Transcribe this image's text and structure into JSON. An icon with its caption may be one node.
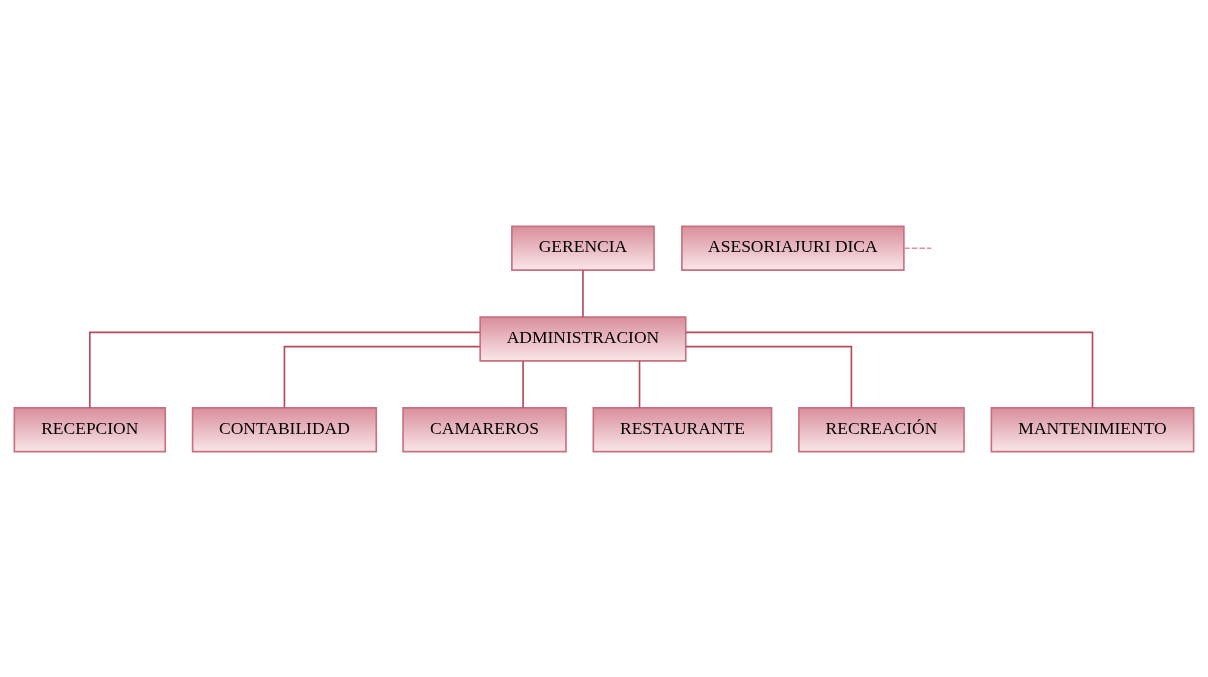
{
  "diagram": {
    "nodes": [
      {
        "text": [
          "GERENCIA"
        ]
      },
      {
        "text": [
          "ASESORIAJURI DICA"
        ]
      },
      {
        "text": [
          "ADMINISTRACION"
        ]
      },
      {
        "text": [
          "RECEPCION"
        ]
      },
      {
        "text": [
          "CONTABILIDAD"
        ]
      },
      {
        "text": [
          "CAMAREROS"
        ]
      },
      {
        "text": [
          "RESTAURANTE"
        ]
      },
      {
        "text": [
          "RECREACIÓN"
        ]
      },
      {
        "text": [
          "MANTENIMIENTO"
        ]
      }
    ],
    "edges": [
      {
        "from": 0,
        "to": 2,
        "arrow": "none"
      },
      {
        "from": 1,
        "to": null,
        "arrow": "none",
        "style": "dashed",
        "color": "#e0909c"
      },
      {
        "from": 2,
        "to": 3,
        "arrow": "none"
      },
      {
        "from": 2,
        "to": 4,
        "arrow": "none"
      },
      {
        "from": 2,
        "to": 5,
        "arrow": "none"
      },
      {
        "from": 2,
        "to": 6,
        "arrow": "none"
      },
      {
        "from": 2,
        "to": 7,
        "arrow": "none"
      },
      {
        "from": 2,
        "to": 8,
        "arrow": "none"
      }
    ]
  }
}
